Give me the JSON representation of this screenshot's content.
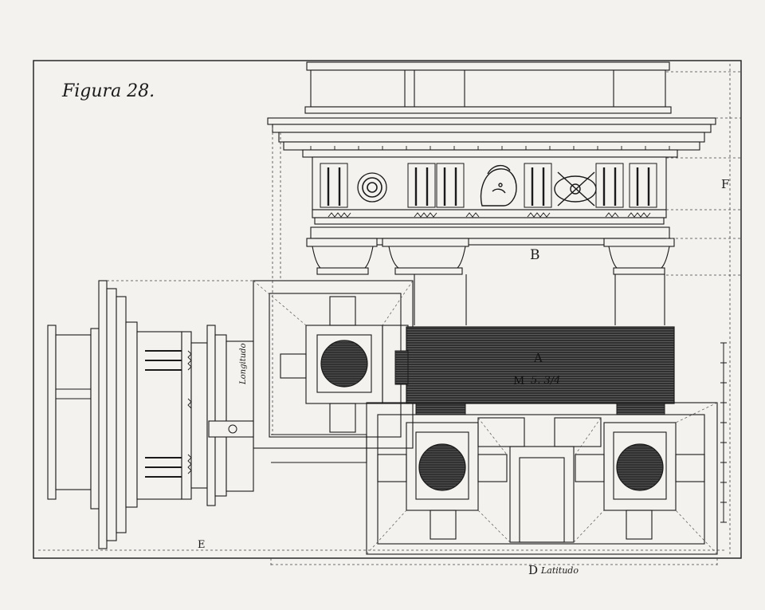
{
  "figure": {
    "title": "Figura 28.",
    "labels": {
      "F": "F",
      "B": "B",
      "A": "A",
      "M": "M",
      "fraction": "5. 3/4",
      "E": "E",
      "D": "D",
      "latitudo": "Latitudo",
      "longitudo": "Longitudo"
    }
  },
  "colors": {
    "paper": "#f4f2ee",
    "ink": "#1a1a1a",
    "hatch_dark": "#2d2d2d",
    "column_fill": "#3a3a3a"
  }
}
